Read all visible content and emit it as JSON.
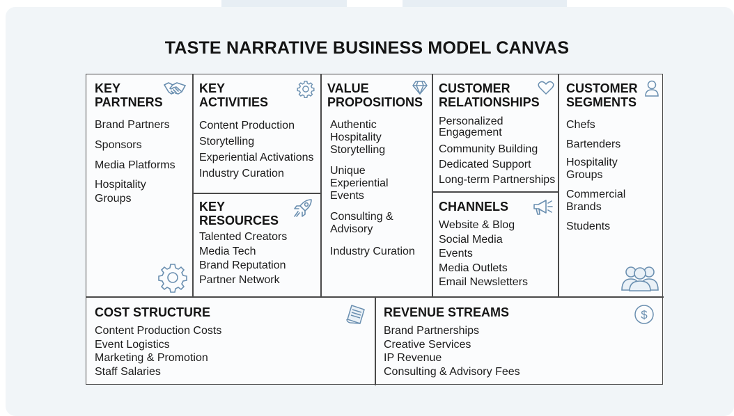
{
  "title": "TASTE NARRATIVE BUSINESS MODEL CANVAS",
  "colors": {
    "border": "#4a4a4a",
    "icon": "#6a8fb0",
    "background": "#f1f5f8",
    "text": "#141414"
  },
  "key_partners": {
    "header": "KEY\nPARTNERS",
    "icon": "handshake-icon",
    "items": [
      "Brand Partners",
      "Sponsors",
      "Media Platforms",
      "Hospitality\nGroups"
    ],
    "decor_icon": "gear-icon"
  },
  "key_activities": {
    "header": "KEY\nACTIVITIES",
    "icon": "gear-icon",
    "items": [
      "Content Production",
      "Storytelling",
      "Experiential Activations",
      "Industry Curation"
    ]
  },
  "key_resources": {
    "header": "KEY\nRESOURCES",
    "icon": "rocket-icon",
    "items": [
      "Talented Creators",
      "Media Tech",
      "Brand Reputation",
      "Partner Network"
    ]
  },
  "value_propositions": {
    "header": "VALUE\nPROPOSITIONS",
    "icon": "diamond-icon",
    "items": [
      "Authentic\nHospitality\nStorytelling",
      "Unique\nExperiential\nEvents",
      "Consulting &\nAdvisory",
      "Industry Curation"
    ]
  },
  "customer_relationships": {
    "header": "CUSTOMER\nRELATIONSHIPS",
    "icon": "heart-icon",
    "items": [
      "Personalized\nEngagement",
      "Community Building",
      "Dedicated Support",
      "Long-term Partnerships"
    ]
  },
  "channels": {
    "header": "CHANNELS",
    "icon": "megaphone-icon",
    "items": [
      "Website & Blog",
      "Social Media",
      "Events",
      "Media Outlets",
      "Email Newsletters"
    ]
  },
  "customer_segments": {
    "header": "CUSTOMER\nSEGMENTS",
    "icon": "user-icon",
    "items": [
      "Chefs",
      "Bartenders",
      "Hospitality\nGroups",
      "Commercial\nBrands",
      "Students"
    ],
    "decor_icon": "users-icon"
  },
  "cost_structure": {
    "header": "COST STRUCTURE",
    "icon": "document-icon",
    "items": [
      "Content Production Costs",
      "Event Logistics",
      "Marketing & Promotion",
      "Staff Salaries"
    ]
  },
  "revenue_streams": {
    "header": "REVENUE STREAMS",
    "icon": "dollar-icon",
    "items": [
      "Brand Partnerships",
      "Creative Services",
      "IP Revenue",
      "Consulting & Advisory Fees"
    ]
  }
}
